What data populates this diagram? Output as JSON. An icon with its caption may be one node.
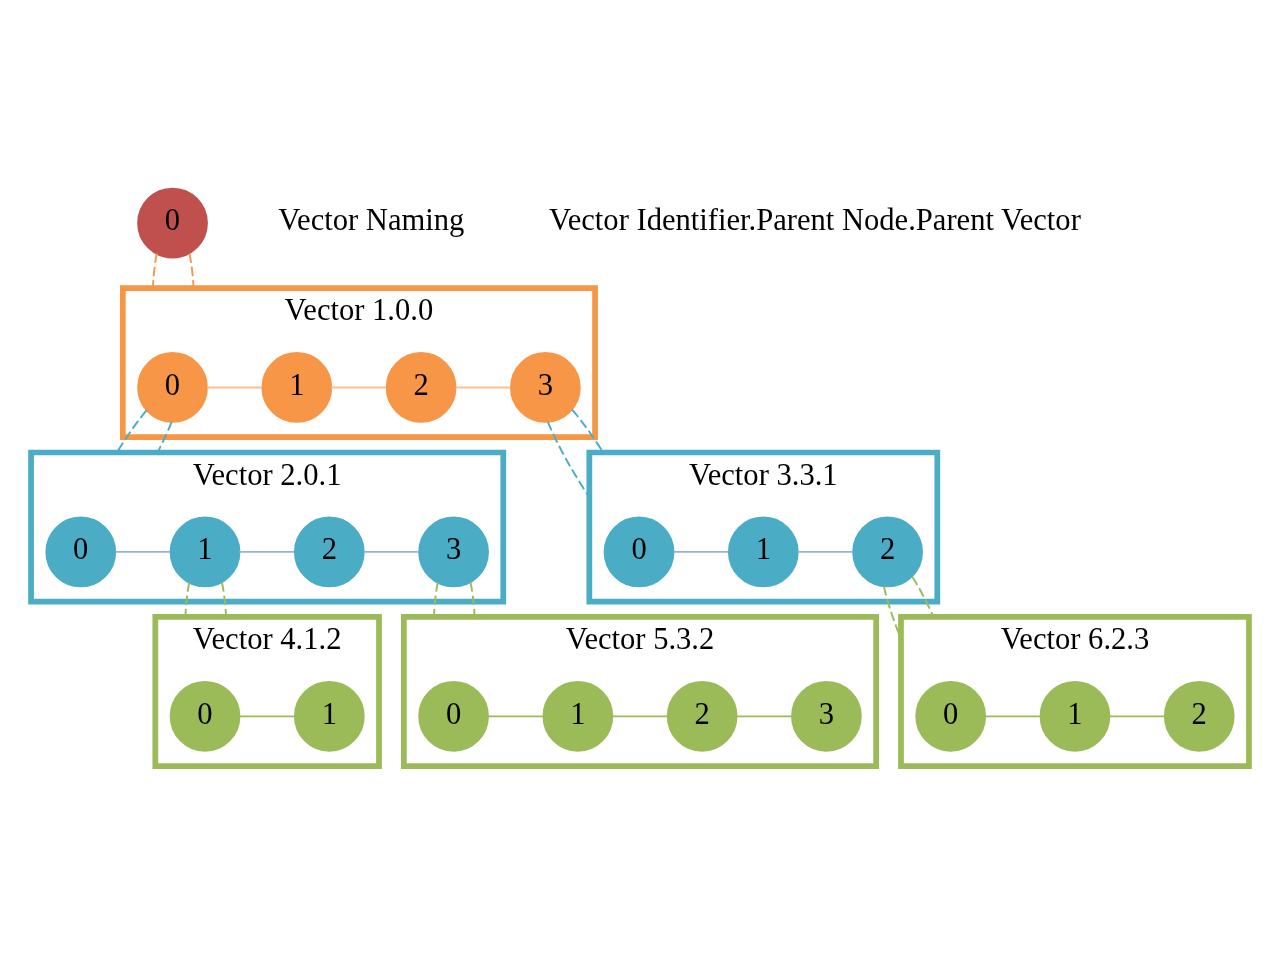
{
  "diagram": {
    "nodes": [
      {
        "text": [
          "0"
        ]
      },
      {
        "text": [
          "Vector 1.0.0"
        ]
      },
      {
        "text": [
          "0"
        ],
        "in": 1
      },
      {
        "text": [
          "1"
        ],
        "in": 1
      },
      {
        "text": [
          "2"
        ],
        "in": 1
      },
      {
        "text": [
          "3"
        ],
        "in": 1
      },
      {
        "text": [
          "Vector 2.0.1"
        ]
      },
      {
        "text": [
          "0"
        ],
        "in": 6
      },
      {
        "text": [
          "1"
        ],
        "in": 6
      },
      {
        "text": [
          "2"
        ],
        "in": 6
      },
      {
        "text": [
          "3"
        ],
        "in": 6
      },
      {
        "text": [
          "Vector 3.3.1"
        ]
      },
      {
        "text": [
          "0"
        ],
        "in": 11
      },
      {
        "text": [
          "1"
        ],
        "in": 11
      },
      {
        "text": [
          "2"
        ],
        "in": 11
      },
      {
        "text": [
          "Vector 4.1.2"
        ]
      },
      {
        "text": [
          "0"
        ],
        "in": 15
      },
      {
        "text": [
          "1"
        ],
        "in": 15
      },
      {
        "text": [
          "Vector 5.3.2"
        ]
      },
      {
        "text": [
          "0"
        ],
        "in": 18
      },
      {
        "text": [
          "1"
        ],
        "in": 18
      },
      {
        "text": [
          "2"
        ],
        "in": 18
      },
      {
        "text": [
          "3"
        ],
        "in": 18
      },
      {
        "text": [
          "Vector 6.2.3"
        ]
      },
      {
        "text": [
          "0"
        ],
        "in": 23
      },
      {
        "text": [
          "1"
        ],
        "in": 23
      },
      {
        "text": [
          "2"
        ],
        "in": 23
      }
    ],
    "edges": [
      {
        "from": 0,
        "to": 1,
        "arrow": "none",
        "style": "dashed",
        "color": "#f79646"
      },
      {
        "from": 0,
        "to": 1,
        "arrow": "none",
        "style": "dashed",
        "color": "#f79646"
      },
      {
        "from": 2,
        "to": 3,
        "arrow": "none",
        "color": "#fac090"
      },
      {
        "from": 3,
        "to": 4,
        "arrow": "none",
        "color": "#fac090"
      },
      {
        "from": 4,
        "to": 5,
        "arrow": "none",
        "color": "#fac090"
      },
      {
        "from": 2,
        "to": 6,
        "arrow": "none",
        "style": "dashed",
        "color": "#4bacc6"
      },
      {
        "from": 2,
        "to": 6,
        "arrow": "none",
        "style": "dashed",
        "color": "#4bacc6"
      },
      {
        "from": 5,
        "to": 11,
        "arrow": "none",
        "style": "dashed",
        "color": "#4bacc6"
      },
      {
        "from": 5,
        "to": 11,
        "arrow": "none",
        "style": "dashed",
        "color": "#4bacc6"
      },
      {
        "from": 7,
        "to": 8,
        "arrow": "none",
        "color": "#95b3d7"
      },
      {
        "from": 8,
        "to": 9,
        "arrow": "none",
        "color": "#95b3d7"
      },
      {
        "from": 9,
        "to": 10,
        "arrow": "none",
        "color": "#95b3d7"
      },
      {
        "from": 12,
        "to": 13,
        "arrow": "none",
        "color": "#95b3d7"
      },
      {
        "from": 13,
        "to": 14,
        "arrow": "none",
        "color": "#95b3d7"
      },
      {
        "from": 8,
        "to": 15,
        "arrow": "none",
        "style": "dashed",
        "color": "#9bbb59"
      },
      {
        "from": 8,
        "to": 15,
        "arrow": "none",
        "style": "dashed",
        "color": "#9bbb59"
      },
      {
        "from": 10,
        "to": 18,
        "arrow": "none",
        "style": "dashed",
        "color": "#9bbb59"
      },
      {
        "from": 10,
        "to": 18,
        "arrow": "none",
        "style": "dashed",
        "color": "#9bbb59"
      },
      {
        "from": 14,
        "to": 23,
        "arrow": "none",
        "style": "dashed",
        "color": "#9bbb59"
      },
      {
        "from": 14,
        "to": 23,
        "arrow": "none",
        "style": "dashed",
        "color": "#9bbb59"
      },
      {
        "from": 16,
        "to": 17,
        "arrow": "none",
        "color": "#9bbb59"
      },
      {
        "from": 19,
        "to": 20,
        "arrow": "none",
        "color": "#9bbb59"
      },
      {
        "from": 20,
        "to": 21,
        "arrow": "none",
        "color": "#9bbb59"
      },
      {
        "from": 21,
        "to": 22,
        "arrow": "none",
        "color": "#9bbb59"
      },
      {
        "from": 24,
        "to": 25,
        "arrow": "none",
        "color": "#9bbb59"
      },
      {
        "from": 25,
        "to": 26,
        "arrow": "none",
        "color": "#9bbb59"
      }
    ],
    "labels": [
      "Vector Naming",
      "Vector Identifier.Parent Node.Parent Vector"
    ]
  }
}
